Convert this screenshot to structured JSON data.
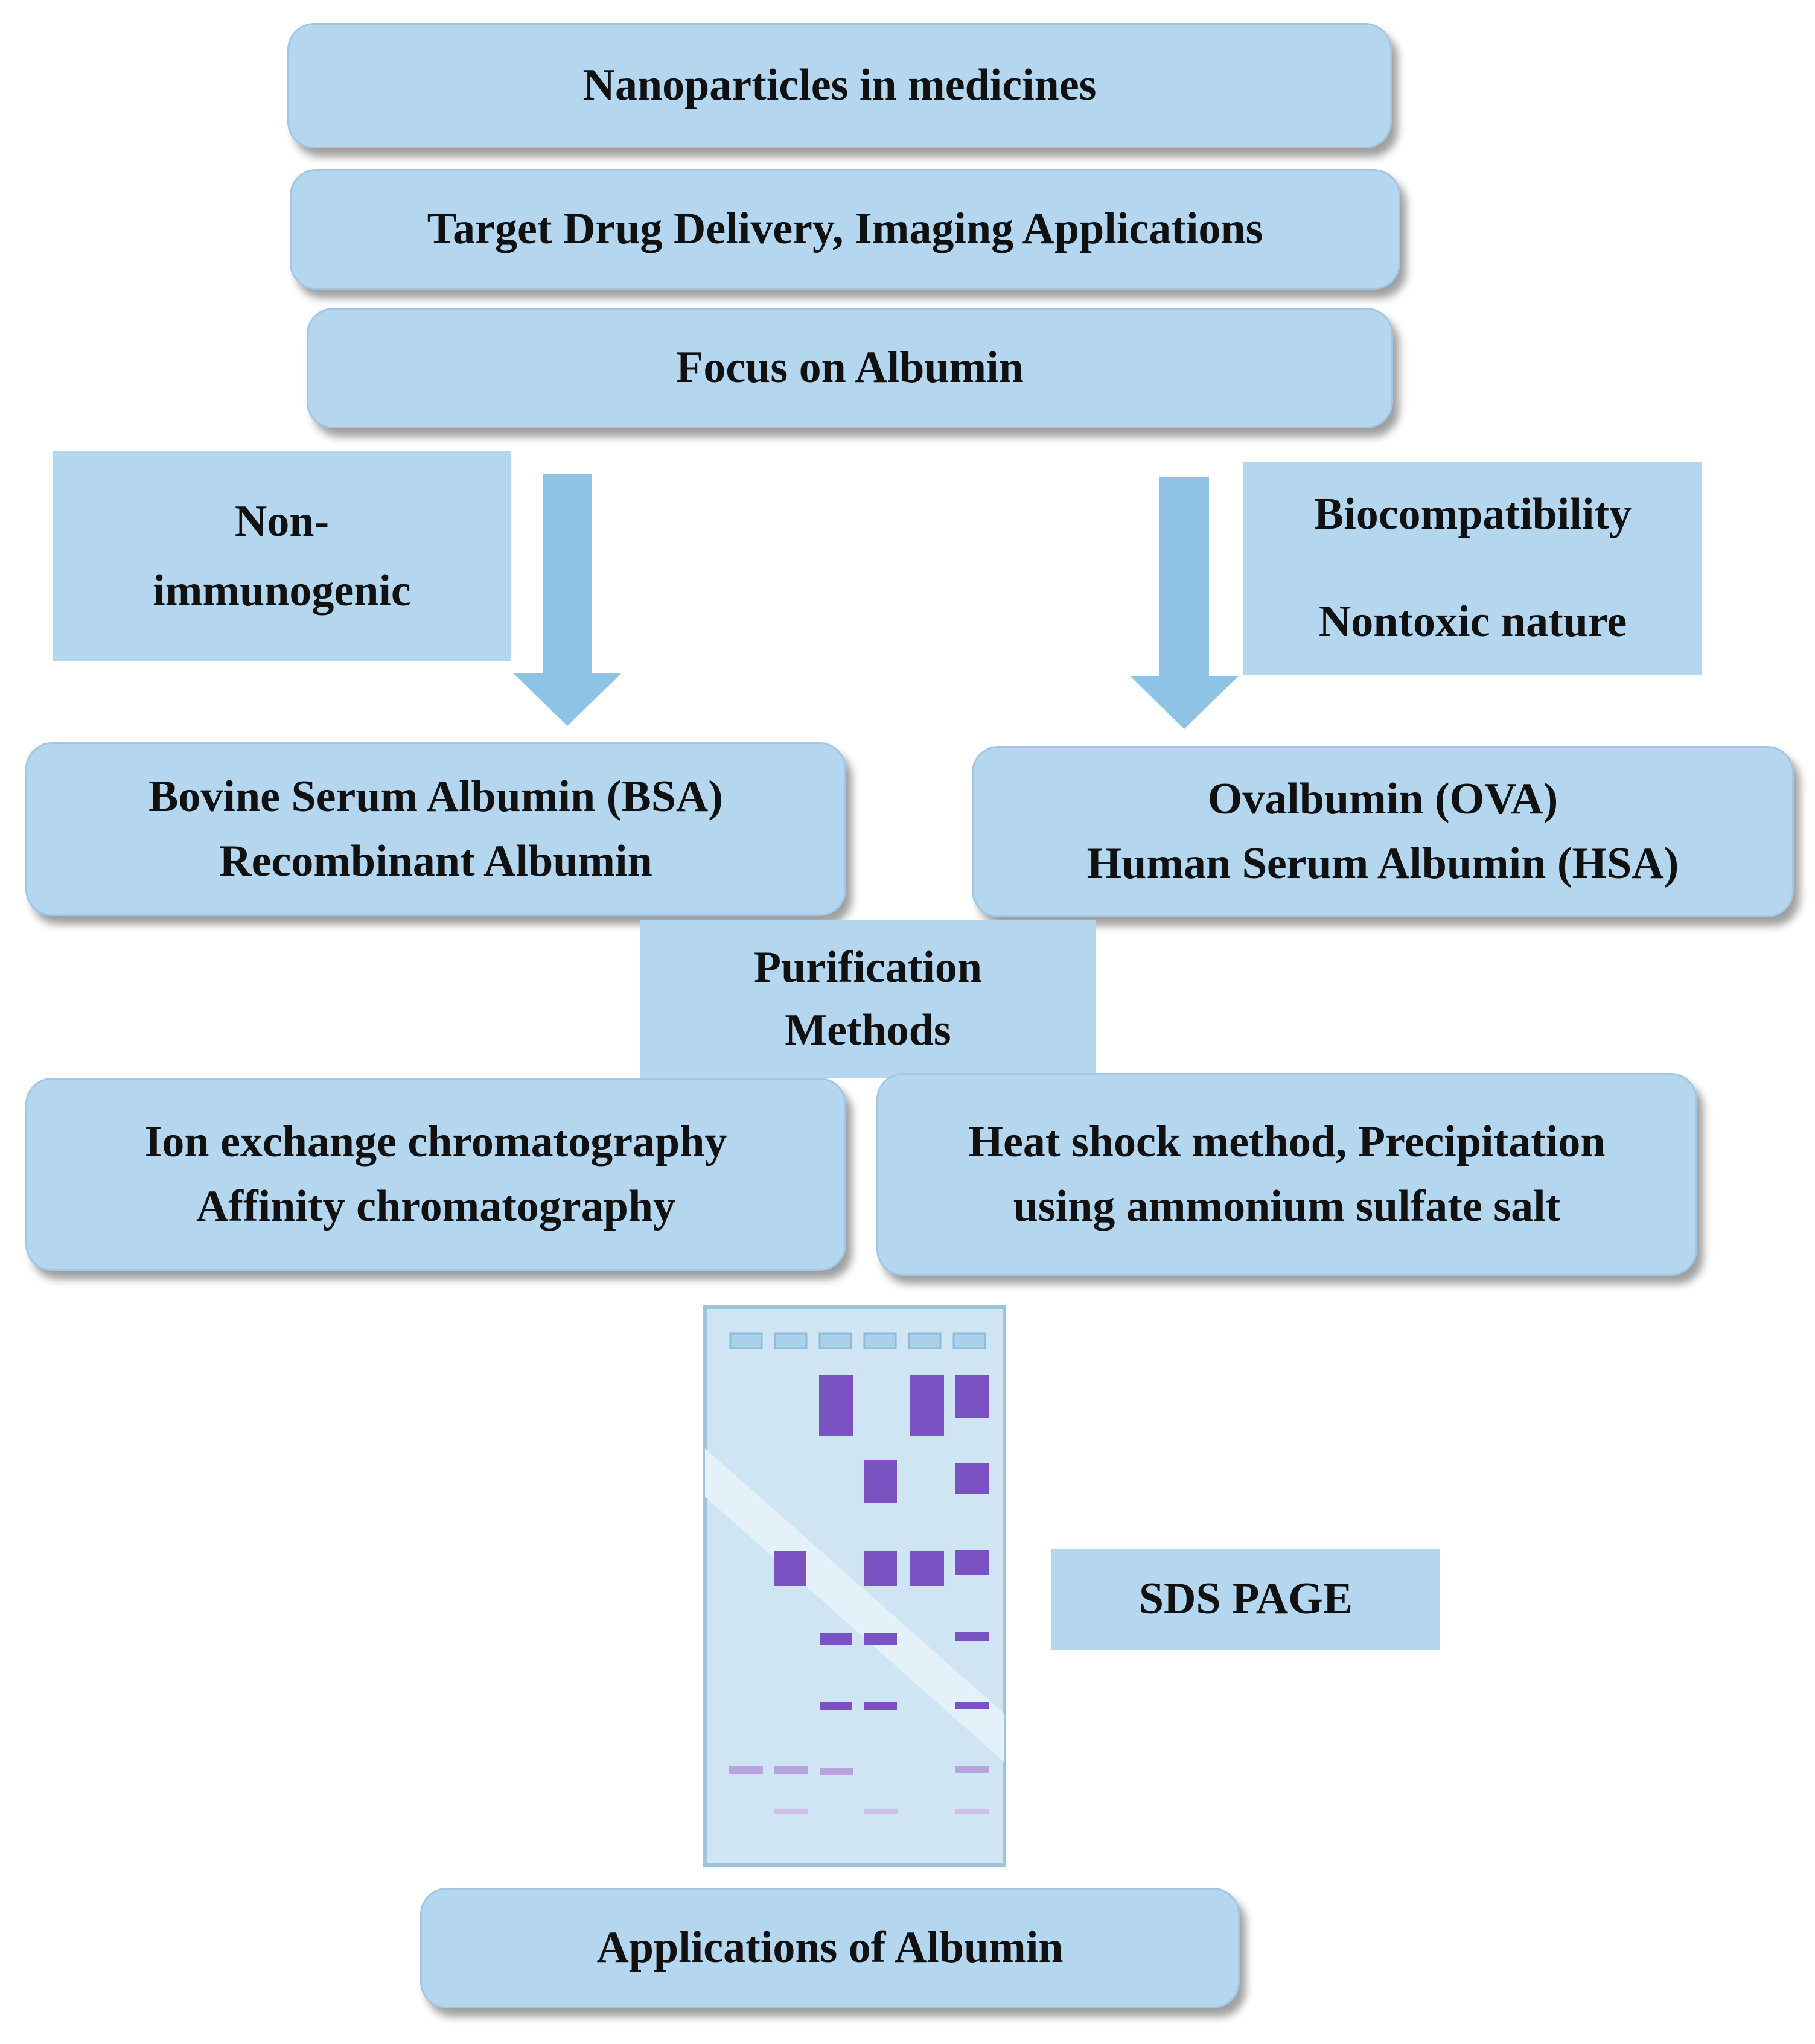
{
  "diagram": {
    "top_boxes": [
      "Nanoparticles in medicines",
      "Target Drug Delivery, Imaging Applications",
      "Focus on Albumin"
    ],
    "left_note": [
      "Non-",
      "immunogenic"
    ],
    "right_note": [
      "Biocompatibility",
      "Nontoxic nature"
    ],
    "left_sources": [
      "Bovine Serum  Albumin  (BSA)",
      "Recombinant  Albumin"
    ],
    "right_sources": [
      "Ovalbumin  (OVA)",
      "Human  Serum  Albumin  (HSA)"
    ],
    "purification_label": [
      "Purification",
      "Methods"
    ],
    "left_methods": [
      "Ion exchange chromatography",
      "Affinity chromatography"
    ],
    "right_methods": [
      "Heat shock method, Precipitation",
      "using ammonium sulfate salt"
    ],
    "gel_label": "SDS PAGE",
    "bottom_box": "Applications of Albumin"
  },
  "colors": {
    "box_fill": "#b4d6ef",
    "arrow": "#8fc3e6",
    "gel_background": "#cfe5f3",
    "band": "#7b52c2"
  },
  "icons": {
    "gel": "sds-page-gel-icon",
    "arrows": "down-arrow-icon"
  }
}
